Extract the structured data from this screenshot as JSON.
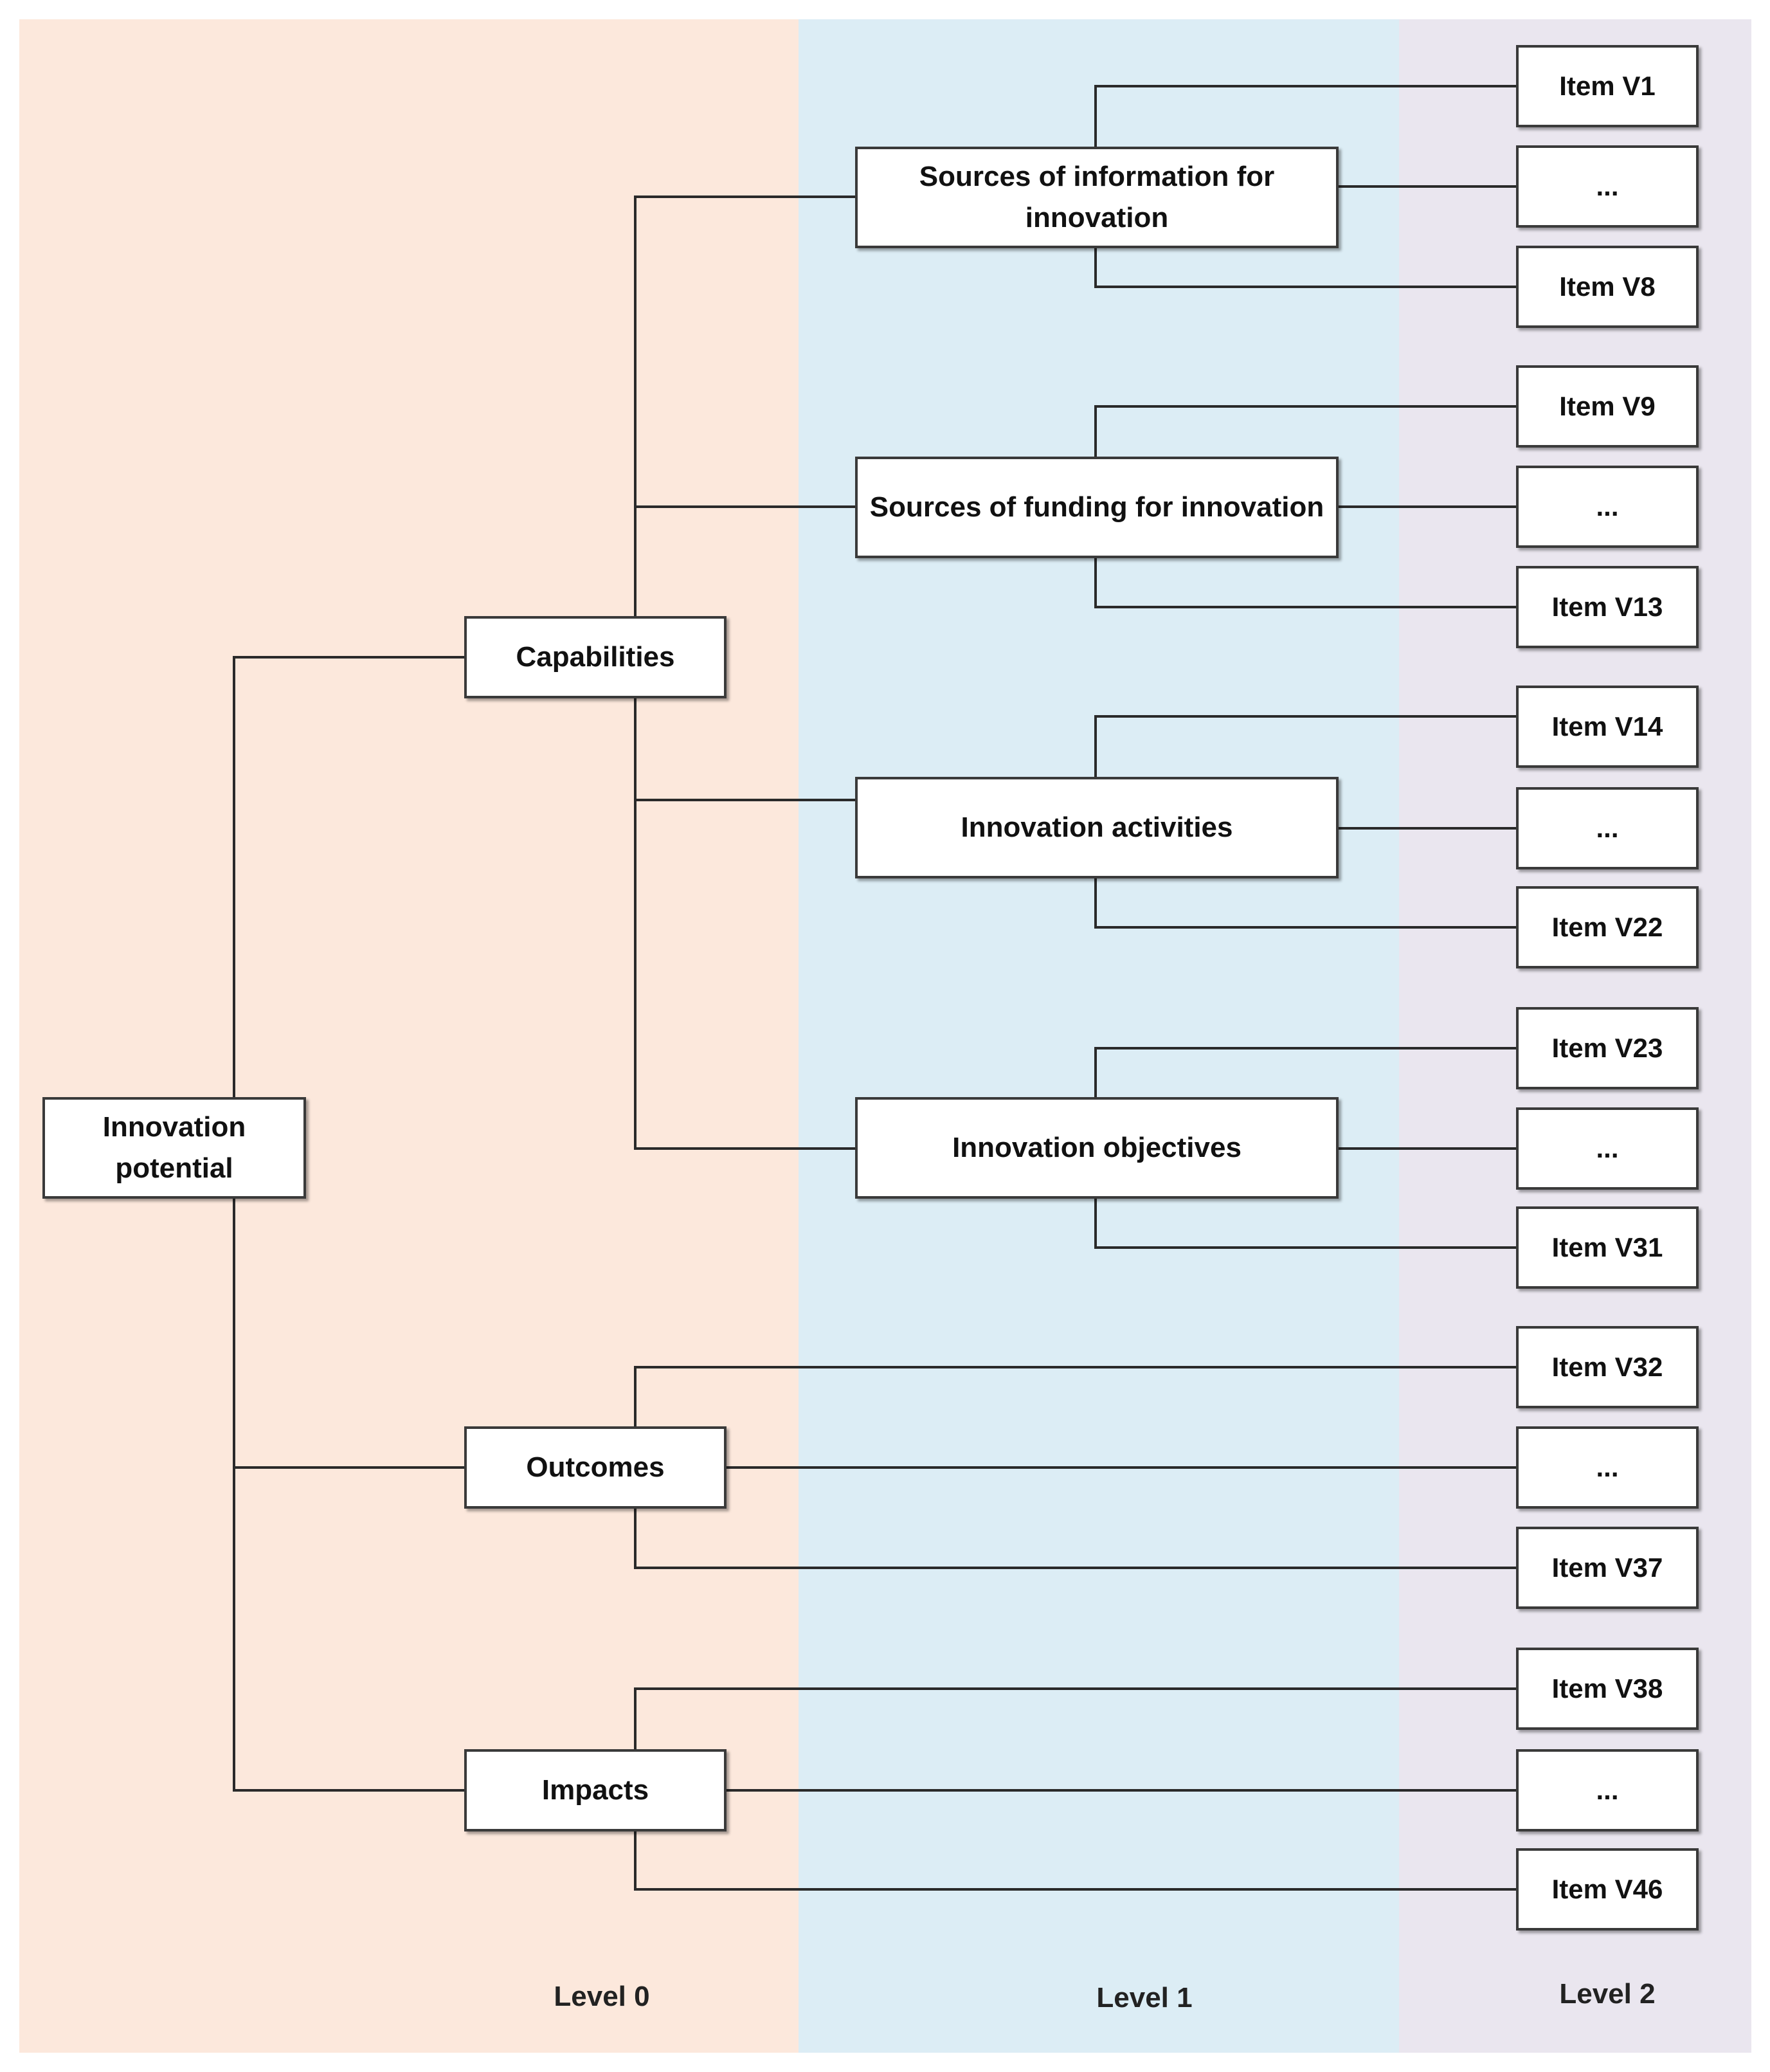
{
  "levels": {
    "level0": "Level 0",
    "level1": "Level 1",
    "level2": "Level 2"
  },
  "root": "Innovation potential",
  "dimensions": {
    "capabilities": "Capabilities",
    "outcomes": "Outcomes",
    "impacts": "Impacts"
  },
  "subdimensions": {
    "information": "Sources of information for innovation",
    "funding": "Sources of funding for innovation",
    "activities": "Innovation activities",
    "objectives": "Innovation objectives"
  },
  "items": {
    "v1": "Item V1",
    "info_mid": "...",
    "v8": "Item V8",
    "v9": "Item V9",
    "funding_mid": "...",
    "v13": "Item V13",
    "v14": "Item V14",
    "activities_mid": "...",
    "v22": "Item V22",
    "v23": "Item V23",
    "objectives_mid": "...",
    "v31": "Item V31",
    "v32": "Item V32",
    "outcomes_mid": "...",
    "v37": "Item V37",
    "v38": "Item V38",
    "impacts_mid": "...",
    "v46": "Item V46"
  },
  "colors": {
    "level0_band": "#fce8dc",
    "level1_band": "#dcedf5",
    "level2_band": "#eae6ef",
    "connector": "#2a2a2a"
  }
}
